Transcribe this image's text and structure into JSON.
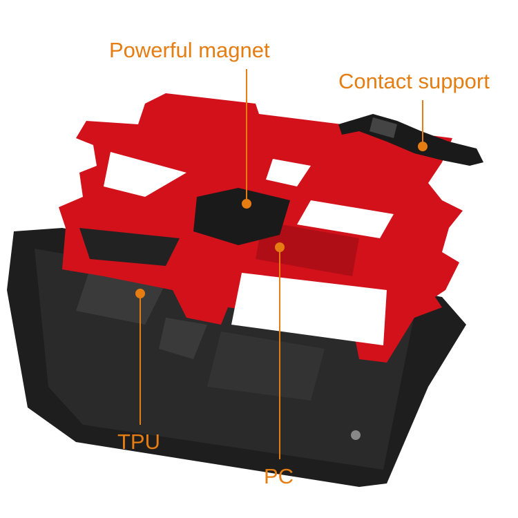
{
  "labels": {
    "magnet": "Powerful magnet",
    "contact": "Contact support",
    "tpu": "TPU",
    "pc": "PC"
  },
  "colors": {
    "accent": "#e57d12",
    "frame": "#d2111b",
    "case": "#1f1f1f"
  }
}
